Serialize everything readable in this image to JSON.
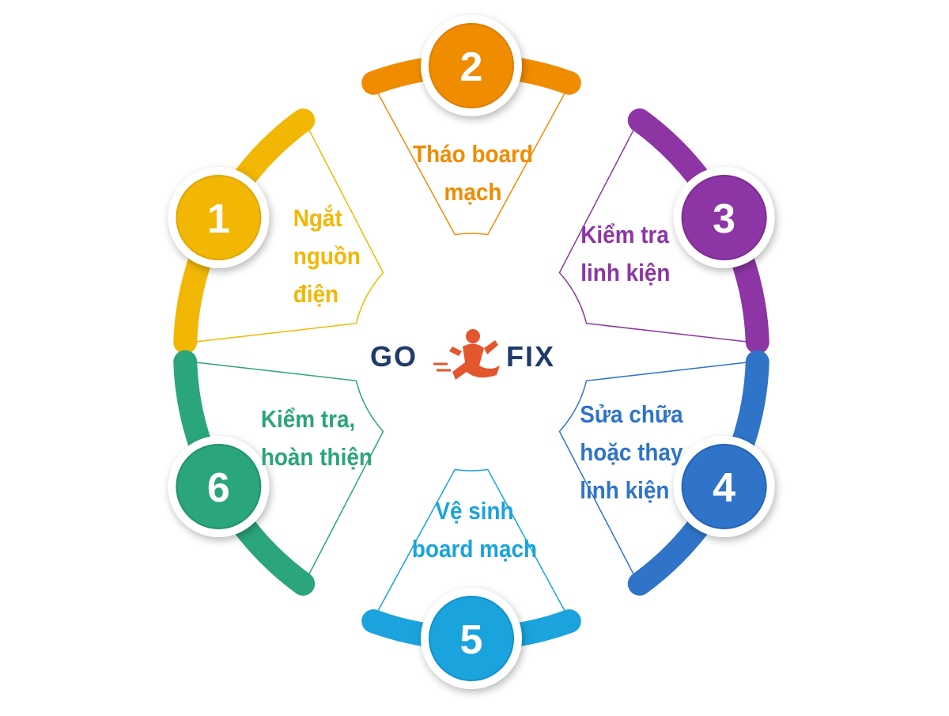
{
  "logo": {
    "left_text": "GO",
    "right_text": "FIX",
    "color_text": "#1f3a6b",
    "color_mascot": "#e4572e"
  },
  "steps": [
    {
      "number": "1",
      "lines": [
        "Ngắt",
        "nguồn",
        "điện"
      ],
      "color": "#f2b705",
      "dark": "#e0a500"
    },
    {
      "number": "2",
      "lines": [
        "Tháo board",
        "mạch"
      ],
      "color": "#f08c00",
      "dark": "#de7c00"
    },
    {
      "number": "3",
      "lines": [
        "Kiểm tra",
        "linh kiện"
      ],
      "color": "#8e35a5",
      "dark": "#7d2a93"
    },
    {
      "number": "4",
      "lines": [
        "Sửa chữa",
        "hoặc thay",
        "linh kiện"
      ],
      "color": "#2f74c8",
      "dark": "#2563b5"
    },
    {
      "number": "5",
      "lines": [
        "Vệ sinh",
        "board mạch"
      ],
      "color": "#1aa3dd",
      "dark": "#0f92cc"
    },
    {
      "number": "6",
      "lines": [
        "Kiểm tra,",
        "hoàn thiện"
      ],
      "color": "#2ba57a",
      "dark": "#1f946a"
    }
  ]
}
